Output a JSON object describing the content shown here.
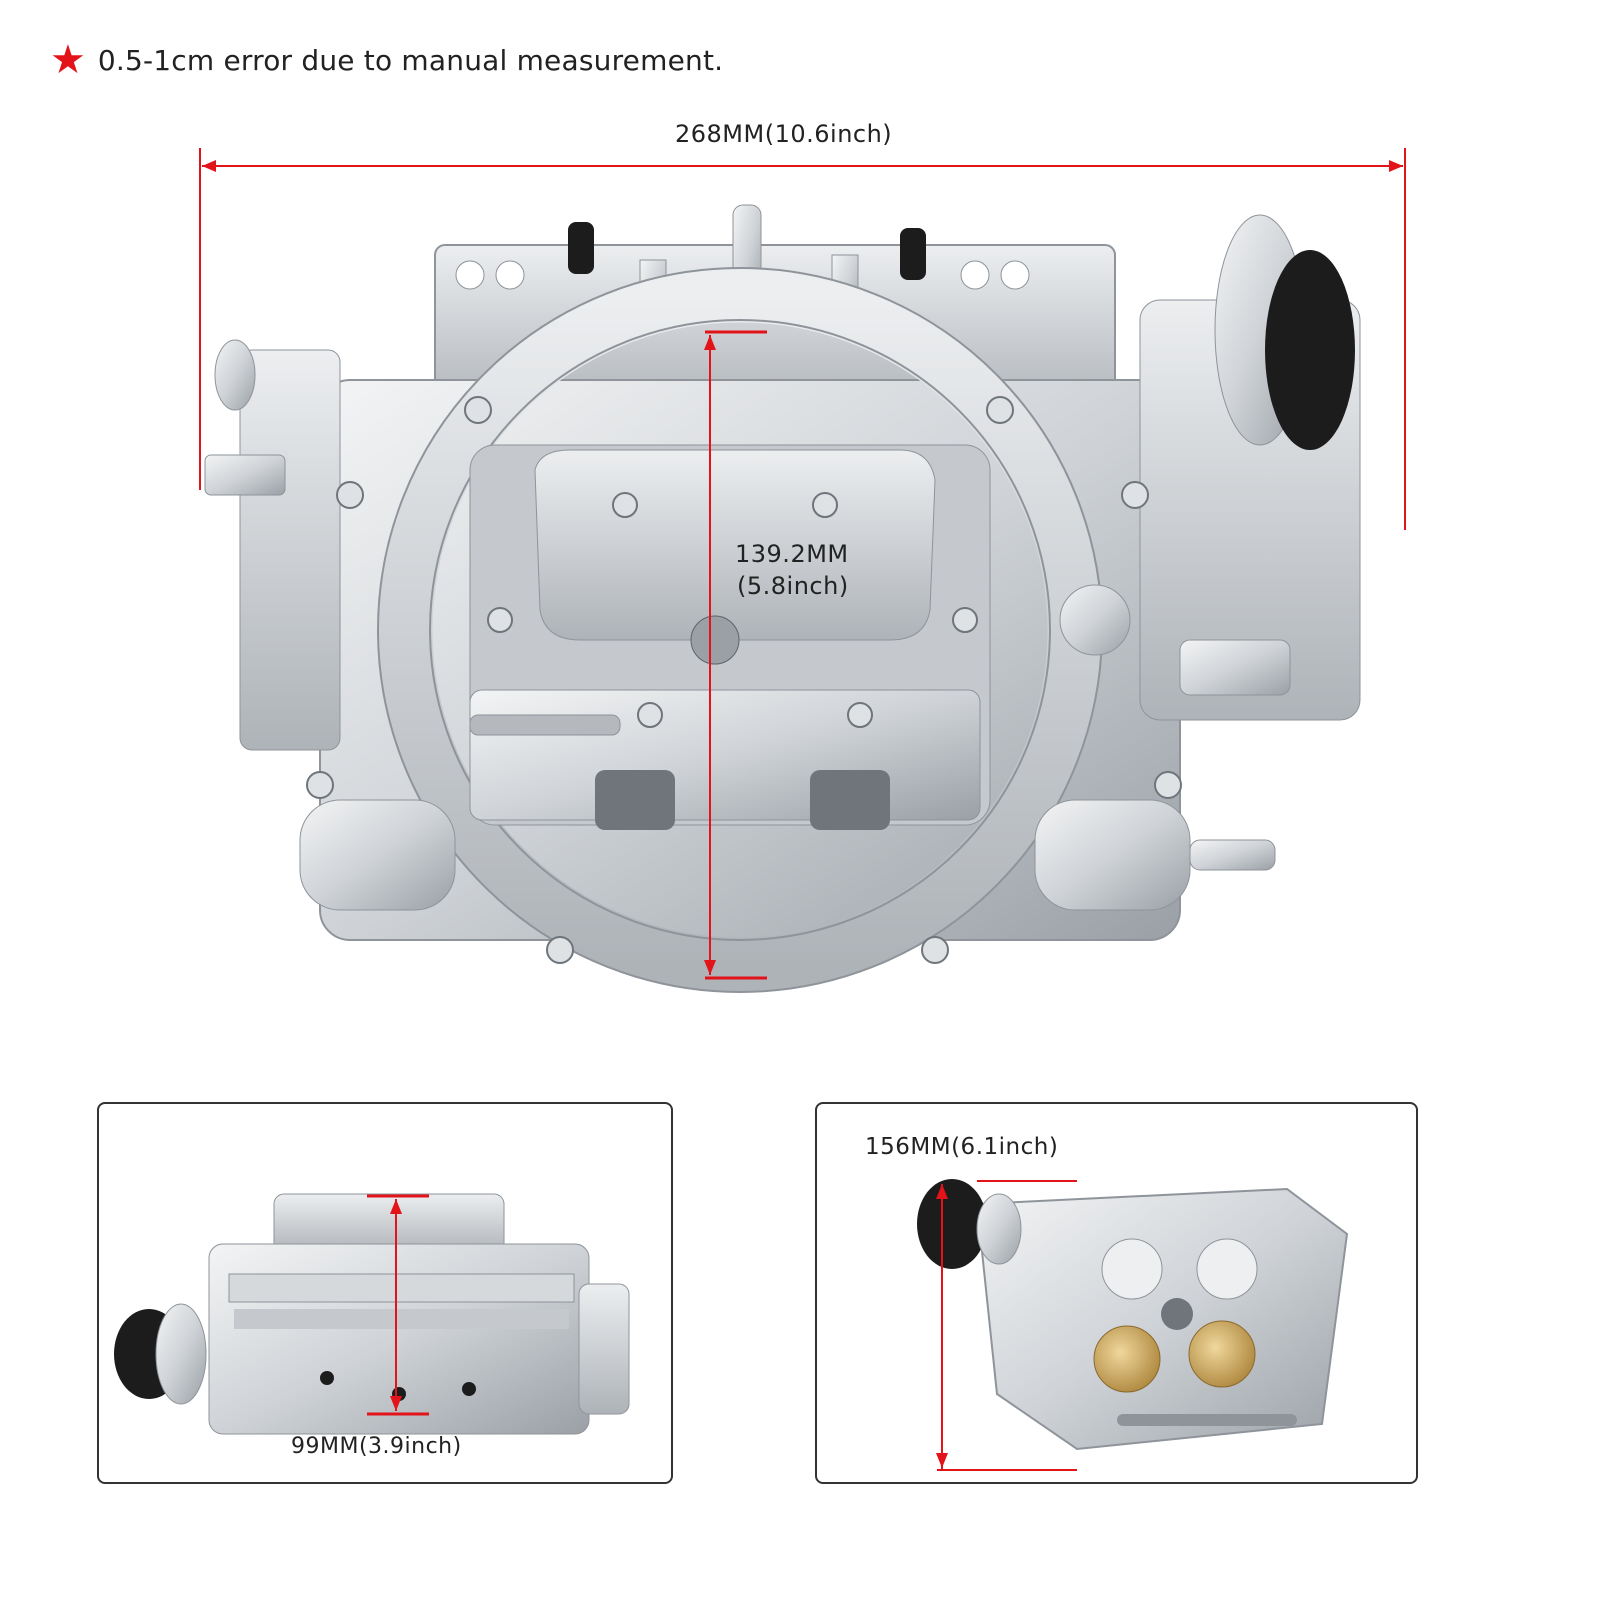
{
  "note": {
    "star_icon": "star-icon",
    "text": "0.5-1cm error due to manual measurement."
  },
  "main_view": {
    "width_label": "268MM(10.6inch)",
    "height_label_mm": "139.2MM",
    "height_label_in": "(5.8inch)"
  },
  "side_view": {
    "height_label": "99MM(3.9inch)"
  },
  "bottom_view": {
    "height_label": "156MM(6.1inch)"
  },
  "colors": {
    "accent_red": "#e3131a",
    "metal_light": "#e6e8ea",
    "metal_mid": "#c5c9cd",
    "metal_dark": "#8e949a",
    "brass": "#c9a45a",
    "black_cap": "#1c1c1c"
  }
}
